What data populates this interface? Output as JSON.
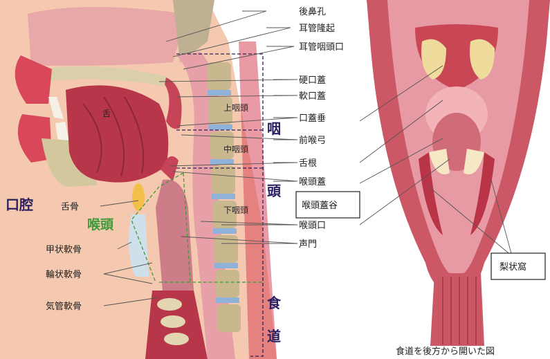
{
  "left_labels": [
    "後鼻孔",
    "耳管隆起",
    "耳管咽頭口",
    "硬口蓋",
    "軟口蓋",
    "口蓋垂",
    "前喉弓",
    "舌根",
    "喉頭蓋",
    "喉頭蓋谷",
    "喉頭口",
    "声門"
  ],
  "left_side_labels": [
    "舌骨",
    "甲状軟骨",
    "輪状軟骨",
    "気管軟骨"
  ],
  "inner_labels": {
    "tongue": "舌",
    "nasopharynx": "上咽頭",
    "oropharynx": "中咽頭",
    "laryngopharynx": "下咽頭"
  },
  "region_labels": {
    "oral_cavity": "口腔",
    "larynx": "喉頭",
    "pharynx_1": "咽",
    "pharynx_2": "頭",
    "esophagus_1": "食",
    "esophagus_2": "道"
  },
  "right_labels": {
    "piriform_fossa": "梨状窩"
  },
  "caption": "食道を後方から開いた図",
  "colors": {
    "tissue_red": "#b8364a",
    "tissue_pink": "#e79aa3",
    "bone": "#c9b78e",
    "fat_yellow": "#f2c04a",
    "region_text": "#2b2160",
    "larynx_green": "#3f9a3a"
  }
}
